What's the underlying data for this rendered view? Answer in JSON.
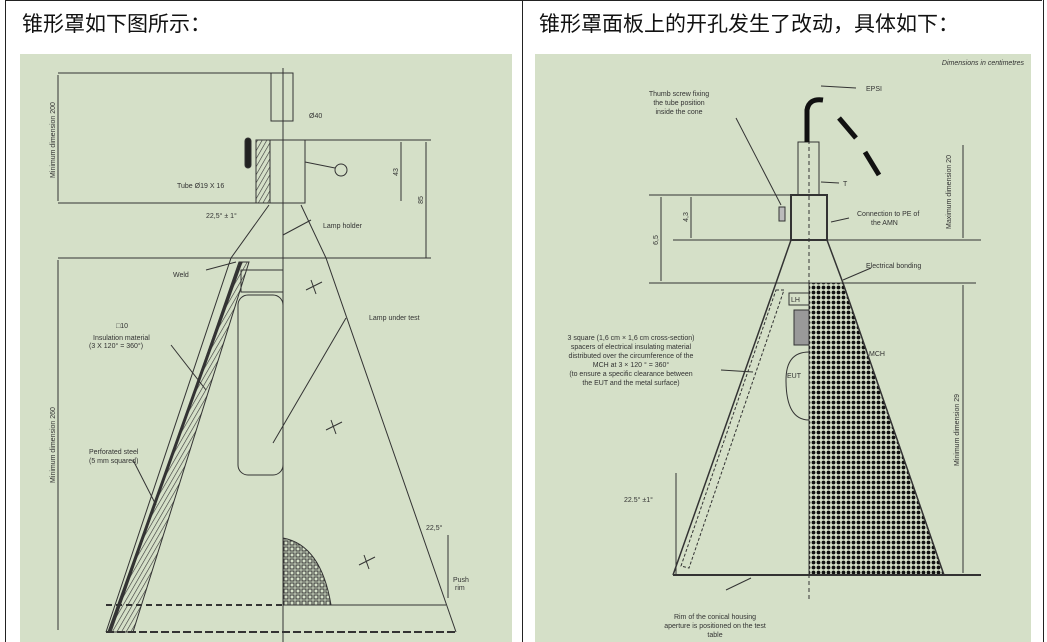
{
  "left": {
    "heading": "锥形罩如下图所示：",
    "figure": {
      "min_dim_top": "Minimum dimension 200",
      "min_dim_bottom": "Minimum dimension 260",
      "diameter": "Ø40",
      "tube": "Tube Ø19 X 16",
      "dim_43": "43",
      "dim_85": "85",
      "angle": "22,5° ± 1°",
      "lamp_holder": "Lamp holder",
      "weld": "Weld",
      "square": "□10",
      "insulation_1": "Insulation material",
      "insulation_2": "(3 X 120° = 360°)",
      "lamp_under_test": "Lamp under test",
      "steel_1": "Perforated steel",
      "steel_2": "(5 mm squared)",
      "angle2": "22,5°",
      "push_1": "Push",
      "push_2": "rim"
    }
  },
  "right": {
    "heading": "锥形罩面板上的开孔发生了改动，具体如下：",
    "figure": {
      "units": "Dimensions in centimetres",
      "thumb_1": "Thumb screw fixing",
      "thumb_2": "the tube position",
      "thumb_3": "inside the cone",
      "epsi": "EPSI",
      "t": "T",
      "dim_43": "4,3",
      "dim_65": "6,5",
      "pe_1": "Connection to PE of",
      "pe_2": "the AMN",
      "max_dim": "Maximum dimension 20",
      "bonding": "Electrical bonding",
      "lh": "LH",
      "mch": "MCH",
      "eut": "EUT",
      "spacer_1": "3 square (1,6 cm × 1,6 cm cross-section)",
      "spacer_2": "spacers of electrical insulating material",
      "spacer_3": "distributed over the circumference of the",
      "spacer_4": "MCH at 3 × 120 ° = 360°",
      "spacer_5": "(to ensure a specific clearance between",
      "spacer_6": "the EUT and the metal surface)",
      "min_dim": "Minimum dimension 29",
      "angle": "22.5° ±1°",
      "rim_1": "Rim of the conical housing",
      "rim_2": "aperture is positioned on the test",
      "rim_3": "table"
    }
  }
}
